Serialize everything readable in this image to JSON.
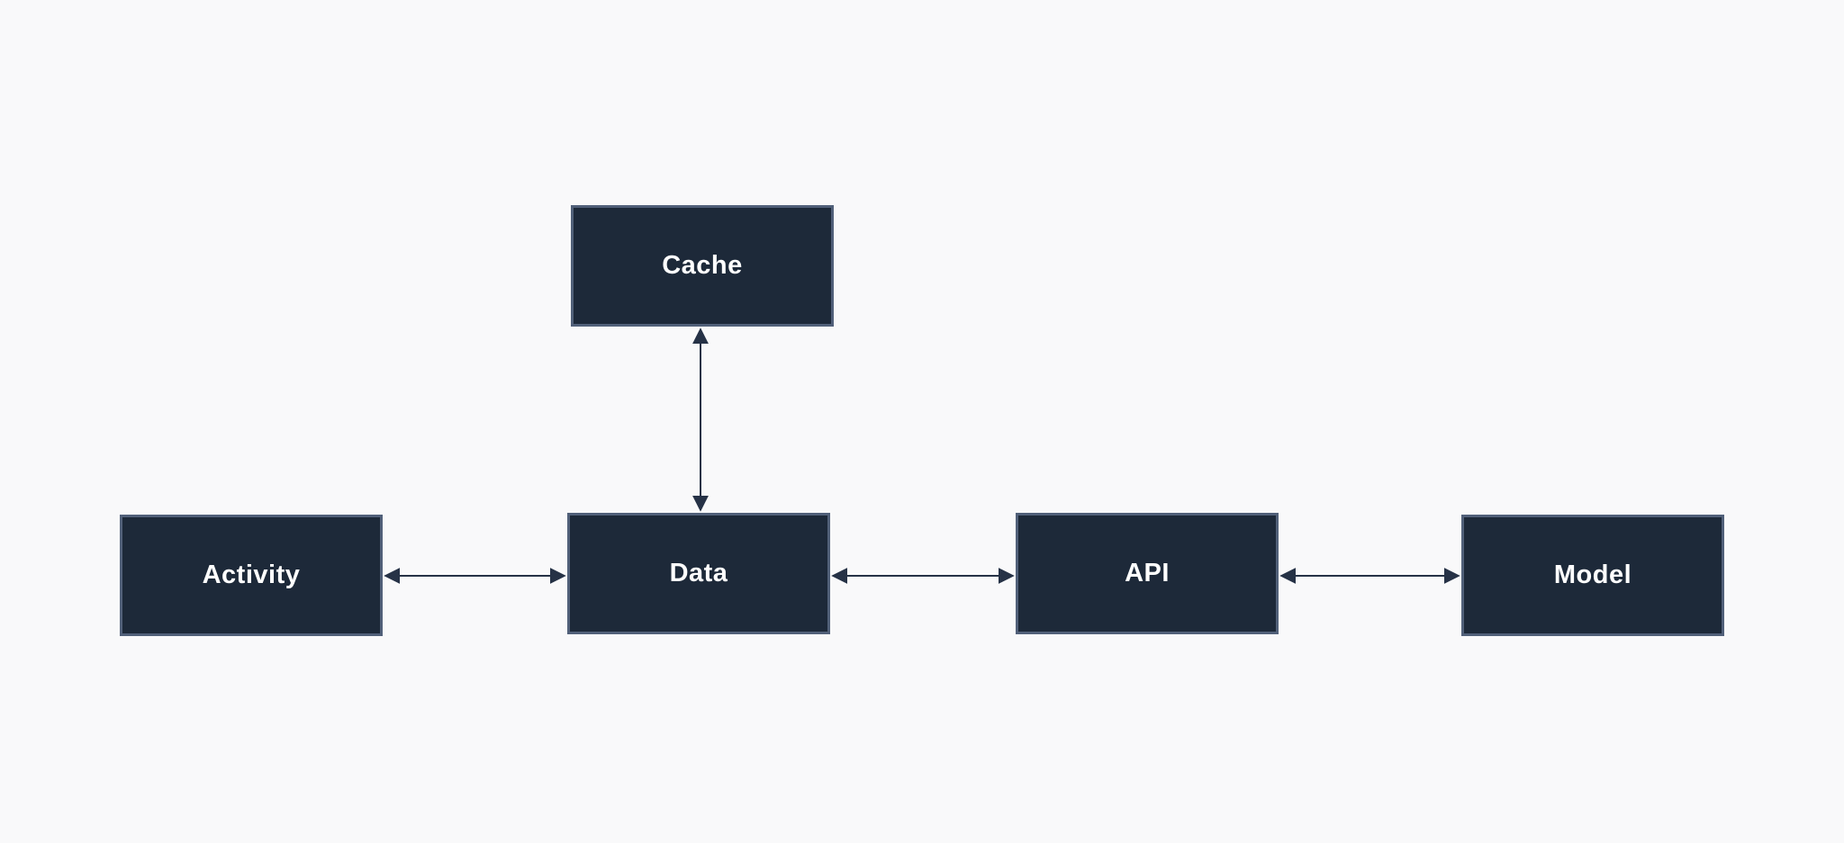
{
  "diagram": {
    "title": "",
    "background_color": "#f9f9fa",
    "node_fill_color": "#1d2939",
    "node_border_color": "#516079",
    "node_text_color": "#ffffff",
    "connector_color": "#263246",
    "nodes": [
      {
        "id": "cache",
        "label": "Cache"
      },
      {
        "id": "activity",
        "label": "Activity"
      },
      {
        "id": "data",
        "label": "Data"
      },
      {
        "id": "api",
        "label": "API"
      },
      {
        "id": "model",
        "label": "Model"
      }
    ],
    "edges": [
      {
        "from": "data",
        "to": "cache",
        "bidirectional": true,
        "orientation": "vertical"
      },
      {
        "from": "activity",
        "to": "data",
        "bidirectional": true,
        "orientation": "horizontal"
      },
      {
        "from": "data",
        "to": "api",
        "bidirectional": true,
        "orientation": "horizontal"
      },
      {
        "from": "api",
        "to": "model",
        "bidirectional": true,
        "orientation": "horizontal"
      }
    ]
  }
}
